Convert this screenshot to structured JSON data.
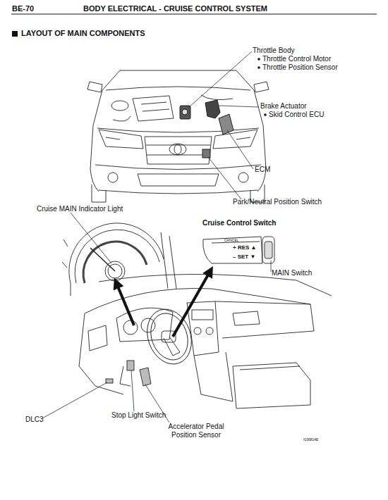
{
  "diagram": {
    "title": "LAYOUT OF MAIN COMPONENTS",
    "labels": [
      "BE-70",
      "BODY ELECTRICAL - CRUISE CONTROL SYSTEM",
      "Throttle Body",
      "Throttle Control Motor",
      "Throttle Position Sensor",
      "Brake Actuator",
      "Skid Control ECU",
      "ECM",
      "Park/Neutral Position Switch",
      "Cruise MAIN Indicator Light",
      "Cruise Control Switch",
      "CANCEL",
      "+ RES ▲",
      "– SET ▼",
      "MAIN Switch",
      "DLC3",
      "Stop Light Switch",
      "Accelerator Pedal Position Sensor",
      "I036814E"
    ]
  }
}
